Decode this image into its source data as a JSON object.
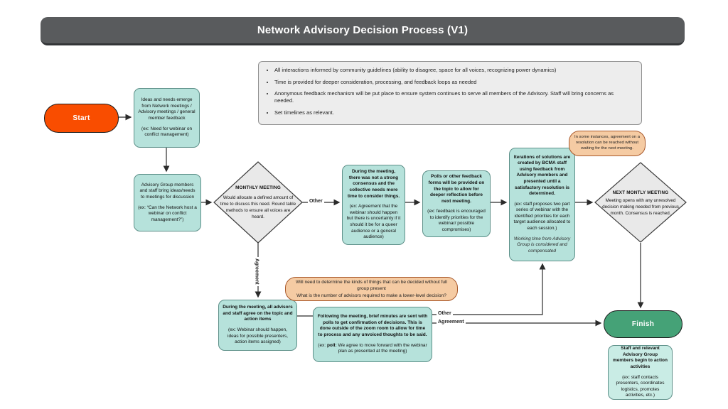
{
  "title": "Network Advisory Decision Process (V1)",
  "notes": {
    "bullets": [
      "All interactions informed by community guidelines (ability to disagree, space for all voices, recognizing power dynamics)",
      "Time is provided for deeper consideration, processing, and feedback loops as needed",
      "Anonymous feedback mechanism will be put place to ensure system continues to serve all members of the Advisory. Staff will bring concerns as needed.",
      "Set timelines as relevant."
    ]
  },
  "nodes": {
    "start": {
      "label": "Start"
    },
    "finish": {
      "label": "Finish"
    },
    "ideas": {
      "body": "Ideas and needs emerge from Network meetings / Advisory meetings / general member feedback",
      "example": "(ex: Need for webinar on conflict management)"
    },
    "bring_ideas": {
      "body": "Advisory Group members and staff bring ideas/needs to meetings for discussion",
      "example": "(ex: “Can the Network host a webinar on conflict management?”)"
    },
    "monthly_meeting": {
      "title": "MONTHLY MEETING",
      "body": "Would allocate a defined amount of time to discuss this need.  Round table methods to ensure all voices are heard."
    },
    "no_consensus": {
      "title": "During the meeting, there was not a strong consensus and the collective needs more time to consider things.",
      "example": "(ex: Agreement that the webinar should happen but there is uncertainty if it should it be for a queer audience or a general audience)"
    },
    "polls": {
      "title": "Polls or other feedback forms will be provided on the topic to allow for deeper reflection before next meeting.",
      "example": "(ex: feedback is encouraged to identify priorities for the webinar/ possible compromises)"
    },
    "iterations": {
      "title": "Iterations of solutions are created by BCMA staff using feedback from Advisory members and presented until a satisfactory resolution is determined.",
      "example": "(ex: staff proposes two part series of webinar with the identified priorities for each target audience allocated to each session.)",
      "note": "Working time from Advisory Group is considered and compensated"
    },
    "next_meeting": {
      "title": "NEXT MONTLY MEETING",
      "body": "Meeting opens with any unresolved decision making needed from previous month. Consensus is reached."
    },
    "agree": {
      "title": "During the meeting, all advisors and staff agree on the topic and action items",
      "example": "(ex: Webinar should happen, ideas for possible presenters, action items assigned)"
    },
    "minutes": {
      "title": "Following the meeting, brief minutes are sent with polls to get confirmation of decisions. This is done outside of the zoom room to allow for time to process and any unvoiced thoughts to be said.",
      "example_prefix": "(ex: ",
      "example_bold": "poll:",
      "example_rest": " We agree to move forward with the webinar plan as presented at the meeting)"
    },
    "action": {
      "title": "Staff and relevant Advisory Group members begin to action activities",
      "example": "(ex: staff contacts presenters, coordinates logistics, promotes activities, etc.)"
    }
  },
  "callouts": {
    "instances": "In some instances, agreement on a resolution can be reached without waiting for the next meeting.",
    "determine_line1": "Will need to determine the kinds of things that can be decided without full group present",
    "determine_line2": "What is the number of advisors required to make a lower-level decision?"
  },
  "edge_labels": {
    "other1": "Other",
    "agreement1": "Agreement",
    "other2": "Other",
    "agreement2": "Agreement"
  },
  "colors": {
    "title_bar": "#595B5D",
    "node_fill": "#B6E2DB",
    "node_fill_light": "#C9ECE5",
    "diamond_fill": "#E9E9E9",
    "callout_fill": "#F5CBA3",
    "start_fill": "#F94D00",
    "finish_fill": "#45A277",
    "notes_fill": "#EDEDED"
  }
}
